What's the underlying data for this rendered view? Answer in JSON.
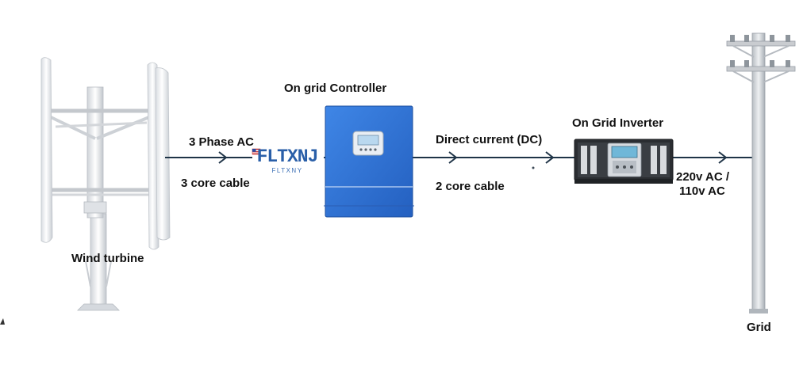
{
  "labels": {
    "controller": "On grid Controller",
    "three_phase": "3 Phase AC",
    "three_core": "3 core cable",
    "dc": "Direct current (DC)",
    "two_core": "2 core cable",
    "inverter": "On Grid Inverter",
    "ac_output_line1": "220v AC /",
    "ac_output_line2": "110v AC",
    "turbine": "Wind turbine",
    "grid": "Grid"
  },
  "watermark": {
    "logo_text": "FLTXNJ",
    "sub_text": "FLTXNY"
  },
  "colors": {
    "line": "#1f3447",
    "controller_blue": "#2d6fd4",
    "inverter_dark": "#2a2d31",
    "turbine_white": "#eef0f2",
    "pole_gray": "#c9ccd0"
  }
}
